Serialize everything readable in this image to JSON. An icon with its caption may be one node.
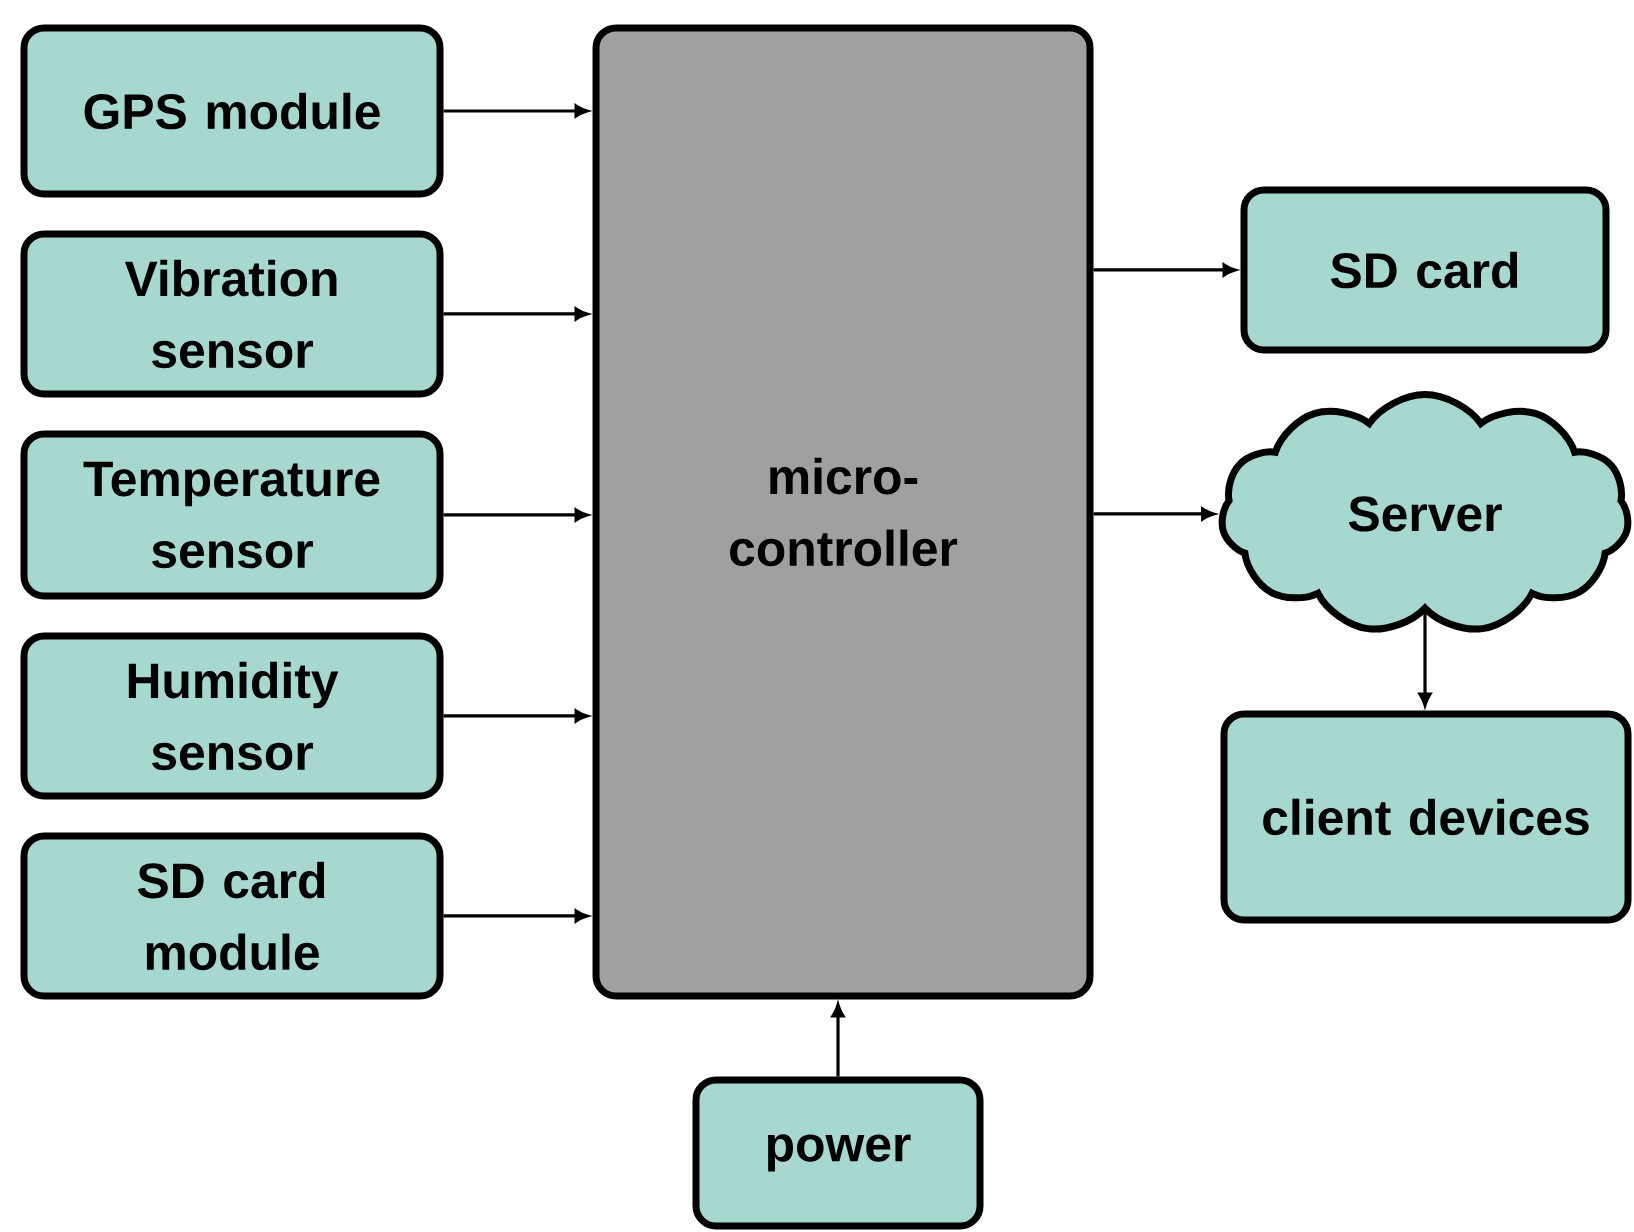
{
  "diagram": {
    "nodes": [
      {
        "text": [
          "GPS module"
        ]
      },
      {
        "text": [
          "Vibration sensor"
        ]
      },
      {
        "text": [
          "Temperature sensor"
        ]
      },
      {
        "text": [
          "Humidity sensor"
        ]
      },
      {
        "text": [
          "SD card module"
        ]
      },
      {
        "text": [
          "micro-controller"
        ]
      },
      {
        "text": [
          "SD card"
        ]
      },
      {
        "text": [
          "Server"
        ]
      },
      {
        "text": [
          "client devices"
        ]
      },
      {
        "text": [
          "power"
        ]
      }
    ],
    "edges": [
      {
        "from": 0,
        "to": 5,
        "arrow": "to"
      },
      {
        "from": 1,
        "to": 5,
        "arrow": "to"
      },
      {
        "from": 2,
        "to": 5,
        "arrow": "to"
      },
      {
        "from": 3,
        "to": 5,
        "arrow": "to"
      },
      {
        "from": 4,
        "to": 5,
        "arrow": "to"
      },
      {
        "from": 5,
        "to": 6,
        "arrow": "to"
      },
      {
        "from": 5,
        "to": 7,
        "arrow": "to"
      },
      {
        "from": 7,
        "to": 8,
        "arrow": "to"
      },
      {
        "from": 9,
        "to": 5,
        "arrow": "to"
      }
    ]
  }
}
